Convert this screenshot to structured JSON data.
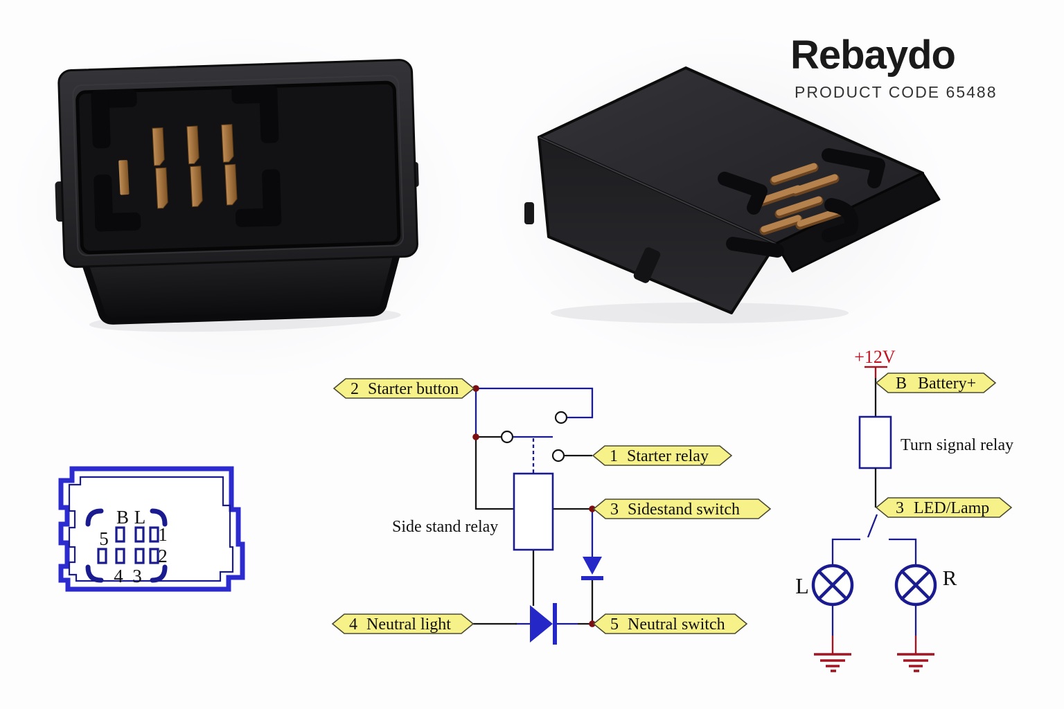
{
  "brand": {
    "name": "Rebaydo",
    "product_code": "PRODUCT CODE 65488"
  },
  "pinout": {
    "top_row_letters": [
      "B",
      "L"
    ],
    "pin5": "5",
    "pin1": "1",
    "pin2": "2",
    "pin4": "4",
    "pin3": "3"
  },
  "starter_diagram": {
    "relay_name": "Side stand relay",
    "tags": {
      "starter_button": {
        "num": "2",
        "text": "Starter button"
      },
      "starter_relay": {
        "num": "1",
        "text": "Starter relay"
      },
      "sidestand_switch": {
        "num": "3",
        "text": "Sidestand switch"
      },
      "neutral_light": {
        "num": "4",
        "text": "Neutral light"
      },
      "neutral_switch": {
        "num": "5",
        "text": "Neutral switch"
      }
    }
  },
  "flasher_diagram": {
    "supply": "+12V",
    "relay_name": "Turn signal relay",
    "tags": {
      "battery": {
        "num": "B",
        "text": "Battery+"
      },
      "led_lamp": {
        "num": "3",
        "text": "LED/Lamp"
      }
    },
    "lamp_left": "L",
    "lamp_right": "R"
  },
  "colors": {
    "wire_navy": "#1b1b90",
    "diode_blue": "#2527c6",
    "label_yellow": "#f7f18a",
    "label_border": "#4a4a33",
    "supply_red": "#c01220",
    "ground_red": "#a31520",
    "junction_dark_red": "#7c0d10",
    "connector_blue": "#2b2bd0",
    "relay_body_black": "#1b1b1e",
    "pin_copper": "#b5824e"
  }
}
